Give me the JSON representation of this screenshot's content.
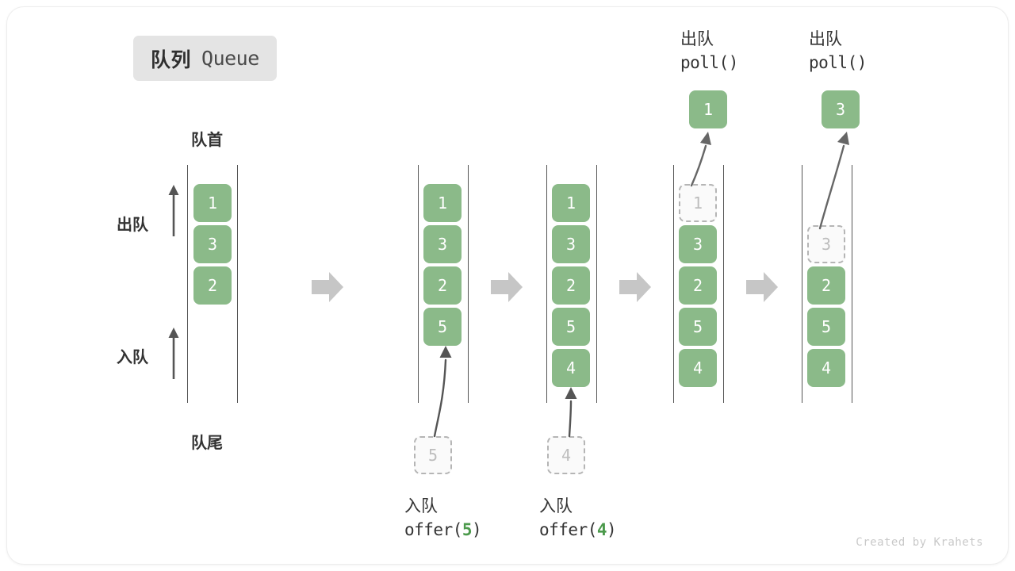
{
  "title": {
    "cn": "队列",
    "en": "Queue"
  },
  "labels": {
    "head": "队首",
    "tail": "队尾",
    "dequeue": "出队",
    "enqueue": "入队"
  },
  "colors": {
    "item_green": "#8bba89",
    "item_text": "#ffffff",
    "ghost_border": "#b5b5b5",
    "ghost_text": "#bdbdbd",
    "rail": "#555555",
    "flow_arrow": "#c6c6c6",
    "badge_bg": "#e4e4e4",
    "accent_num": "#4c9a4c",
    "card_border": "#ededed"
  },
  "columns": [
    {
      "name": "initial-queue",
      "items": [
        {
          "value": "1",
          "state": "solid"
        },
        {
          "value": "3",
          "state": "solid"
        },
        {
          "value": "2",
          "state": "solid"
        }
      ]
    },
    {
      "name": "after-offer-5",
      "items": [
        {
          "value": "1",
          "state": "solid"
        },
        {
          "value": "3",
          "state": "solid"
        },
        {
          "value": "2",
          "state": "solid"
        },
        {
          "value": "5",
          "state": "solid"
        }
      ]
    },
    {
      "name": "after-offer-4",
      "items": [
        {
          "value": "1",
          "state": "solid"
        },
        {
          "value": "3",
          "state": "solid"
        },
        {
          "value": "2",
          "state": "solid"
        },
        {
          "value": "5",
          "state": "solid"
        },
        {
          "value": "4",
          "state": "solid"
        }
      ]
    },
    {
      "name": "after-poll-1",
      "items": [
        {
          "value": "1",
          "state": "ghost"
        },
        {
          "value": "3",
          "state": "solid"
        },
        {
          "value": "2",
          "state": "solid"
        },
        {
          "value": "5",
          "state": "solid"
        },
        {
          "value": "4",
          "state": "solid"
        }
      ]
    },
    {
      "name": "after-poll-3",
      "items": [
        {
          "value": "",
          "state": "empty"
        },
        {
          "value": "3",
          "state": "ghost"
        },
        {
          "value": "2",
          "state": "solid"
        },
        {
          "value": "5",
          "state": "solid"
        },
        {
          "value": "4",
          "state": "solid"
        }
      ]
    }
  ],
  "operations": {
    "offer_5": {
      "cn": "入队",
      "fn_prefix": "offer(",
      "arg": "5",
      "fn_suffix": ")",
      "ghost_value": "5"
    },
    "offer_4": {
      "cn": "入队",
      "fn_prefix": "offer(",
      "arg": "4",
      "fn_suffix": ")",
      "ghost_value": "4"
    },
    "poll_1": {
      "cn": "出队",
      "fn": "poll()",
      "popped_value": "1"
    },
    "poll_3": {
      "cn": "出队",
      "fn": "poll()",
      "popped_value": "3"
    }
  },
  "footer": "Created by Krahets"
}
